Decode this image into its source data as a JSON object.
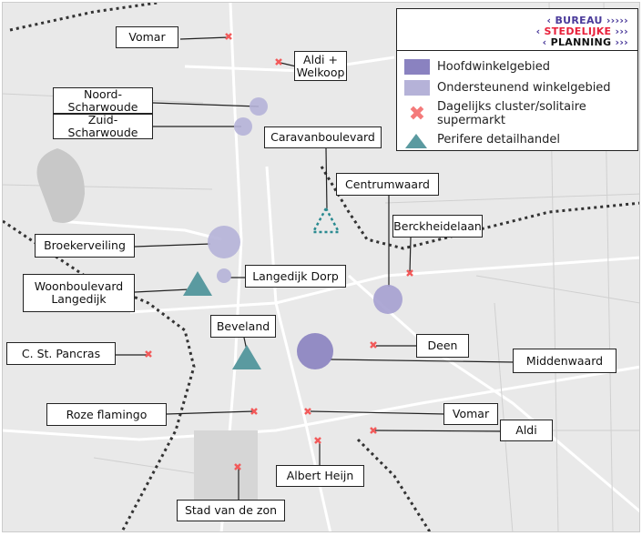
{
  "legend": {
    "logo": [
      "BUREAU",
      "STEDELIJKE",
      "PLANNING"
    ],
    "items": [
      {
        "label": "Hoofdwinkelgebied",
        "color": "#8a82c0",
        "icon": "square-swatch"
      },
      {
        "label": "Ondersteunend winkelgebied",
        "color": "#b5b2d8",
        "icon": "square-swatch"
      },
      {
        "label": "Dagelijks cluster/solitaire supermarkt",
        "color": "#f47a7a",
        "icon": "cross-icon"
      },
      {
        "label": "Perifere detailhandel",
        "color": "#5a9aa0",
        "icon": "triangle-icon"
      }
    ]
  },
  "labels": {
    "vomar_north": "Vomar",
    "aldi_welkoop": "Aldi + Welkoop",
    "noord_scharwoude": "Noord-Scharwoude",
    "zuid_scharwoude": "Zuid-Scharwoude",
    "caravanboulevard": "Caravanboulevard",
    "centrumwaard": "Centrumwaard",
    "berckheidelaan": "Berckheidelaan",
    "broekerveiling": "Broekerveiling",
    "langedijk_dorp": "Langedijk Dorp",
    "woonboulevard": "Woonboulevard Langedijk",
    "beveland": "Beveland",
    "deen": "Deen",
    "middenwaard": "Middenwaard",
    "st_pancras": "C. St. Pancras",
    "roze_flamingo": "Roze flamingo",
    "vomar_south": "Vomar",
    "aldi_south": "Aldi",
    "albert_heijn": "Albert Heijn",
    "stad_van_de_zon": "Stad van de zon"
  }
}
